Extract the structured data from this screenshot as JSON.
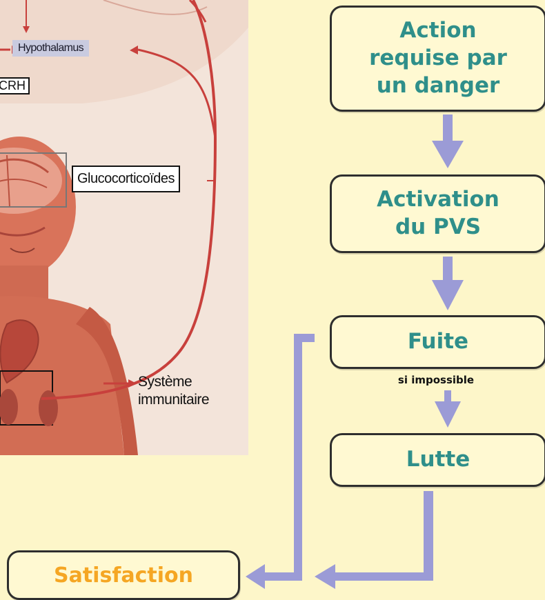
{
  "illustration": {
    "labels": {
      "hypothalamus": "Hypothalamus",
      "crh": "CRH",
      "glucocorticoides": "Glucocorticoïdes",
      "systeme": "Système",
      "immunitaire": "immunitaire"
    }
  },
  "flowchart": {
    "steps": [
      {
        "line1": "Action",
        "line2": "requise par",
        "line3": "un danger"
      },
      {
        "line1": "Activation",
        "line2": "du PVS"
      },
      {
        "label": "Fuite"
      },
      {
        "label": "Lutte"
      }
    ],
    "condition": "si impossible",
    "outcome": "Satisfaction"
  },
  "colors": {
    "background": "#fdf6c9",
    "step_text": "#2f8f8a",
    "outcome_text": "#f5a623",
    "arrow": "#9b9bd6"
  }
}
